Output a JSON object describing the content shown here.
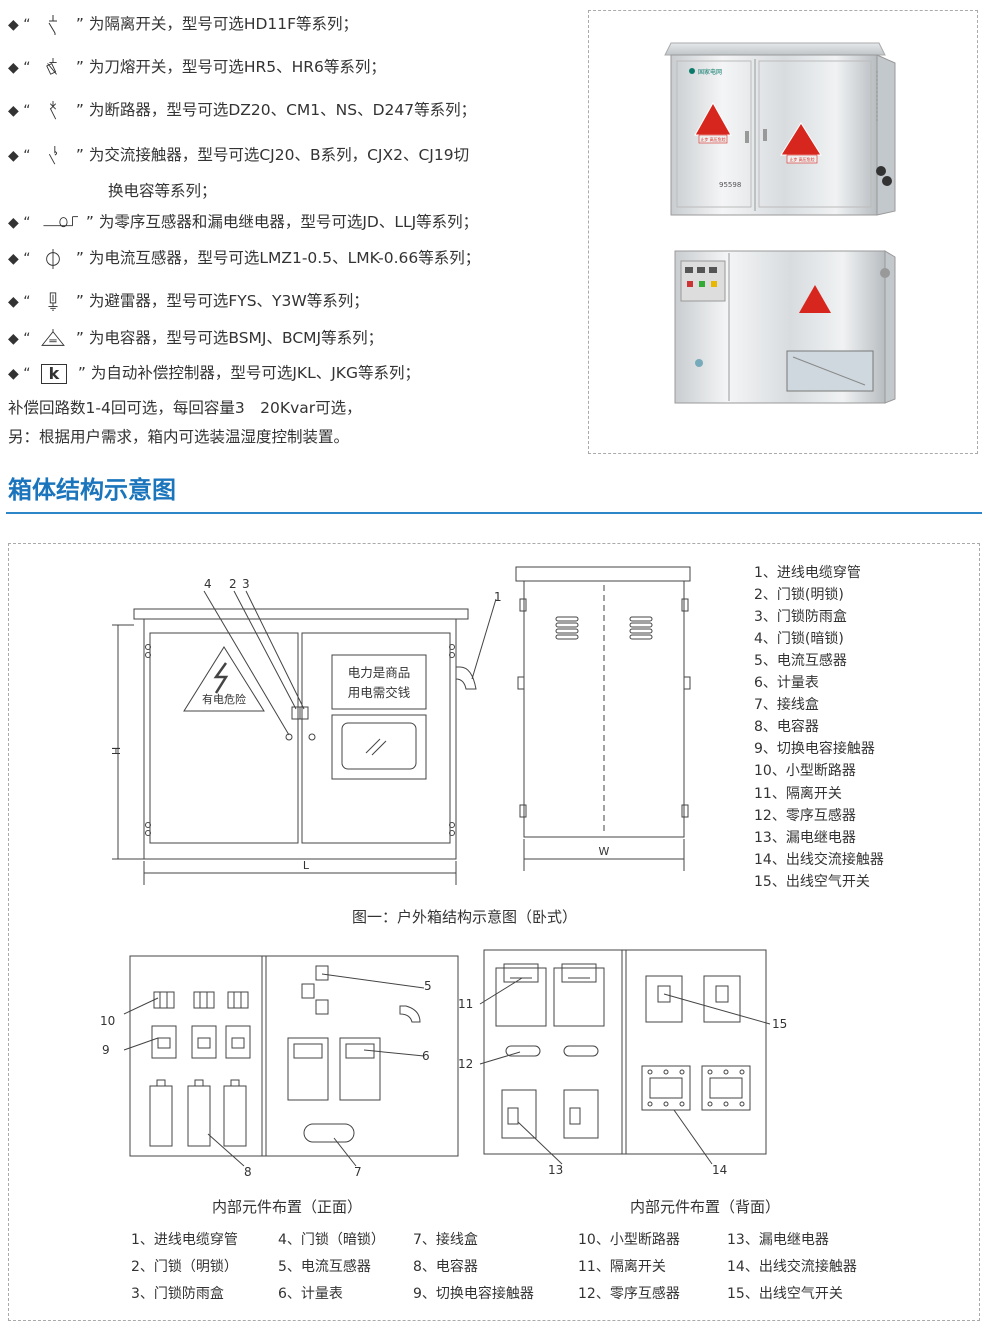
{
  "specs": [
    {
      "symbol": "isolator-switch",
      "text": "” 为隔离开关，型号可选HD11F等系列；"
    },
    {
      "symbol": "fuse-switch",
      "text": "” 为刀熔开关，型号可选HR5、HR6等系列；"
    },
    {
      "symbol": "circuit-breaker",
      "text": "” 为断路器，型号可选DZ20、CM1、NS、D247等系列；"
    },
    {
      "symbol": "ac-contactor",
      "text": "” 为交流接触器，型号可选CJ20、B系列，CJX2、CJ19切"
    },
    {
      "symbol": "",
      "text": "换电容等系列；"
    },
    {
      "symbol": "zero-sequence-ct",
      "text": "” 为零序互感器和漏电继电器，型号可选JD、LLJ等系列；"
    },
    {
      "symbol": "current-transformer",
      "text": "” 为电流互感器，型号可选LMZ1-0.5、LMK-0.66等系列；"
    },
    {
      "symbol": "surge-arrester",
      "text": "” 为避雷器，型号可选FYS、Y3W等系列；"
    },
    {
      "symbol": "capacitor",
      "text": "” 为电容器，型号可选BSMJ、BCMJ等系列；"
    },
    {
      "symbol": "controller",
      "text": "” 为自动补偿控制器，型号可选JKL、JKG等系列；"
    }
  ],
  "quote_open": "◆ “",
  "controller_letter": "k",
  "notes": [
    "补偿回路数1-4回可选，每回容量3　20Kvar可选，",
    "另：根据用户需求，箱内可选装温湿度控制装置。"
  ],
  "photo_labels": {
    "brand": "国家电网",
    "hotline": "95598",
    "warning1": "止步 高压危险",
    "warning2": "止步 高压危险"
  },
  "section_title": "箱体结构示意图",
  "figure1": {
    "caption": "图一：户外箱结构示意图（卧式）",
    "danger_label": "有电危险",
    "slogan_line1": "电力是商品",
    "slogan_line2": "用电需交钱",
    "dim_h": "H",
    "dim_l": "L",
    "dim_w": "W",
    "callouts": [
      "4",
      "2",
      "3",
      "1"
    ]
  },
  "legend": [
    "1、进线电缆穿管",
    "2、门锁(明锁)",
    "3、门锁防雨盒",
    "4、门锁(暗锁)",
    "5、电流互感器",
    "6、计量表",
    "7、接线盒",
    "8、电容器",
    "9、切换电容接触器",
    "10、小型断路器",
    "11、隔离开关",
    "12、零序互感器",
    "13、漏电继电器",
    "14、出线交流接触器",
    "15、出线空气开关"
  ],
  "front_layout": {
    "caption": "内部元件布置（正面）",
    "callouts": [
      "10",
      "9",
      "8",
      "7",
      "6",
      "5"
    ]
  },
  "back_layout": {
    "caption": "内部元件布置（背面）",
    "callouts": [
      "11",
      "12",
      "13",
      "14",
      "15"
    ]
  },
  "bottom_legend": [
    [
      "1、进线电缆穿管",
      "4、门锁（暗锁）",
      "7、接线盒",
      "10、小型断路器",
      "13、漏电继电器"
    ],
    [
      "2、门锁（明锁）",
      "5、电流互感器",
      "8、电容器",
      "11、隔离开关",
      "14、出线交流接触器"
    ],
    [
      "3、门锁防雨盒",
      "6、计量表",
      "9、切换电容接触器",
      "12、零序互感器",
      "15、出线空气开关"
    ]
  ]
}
